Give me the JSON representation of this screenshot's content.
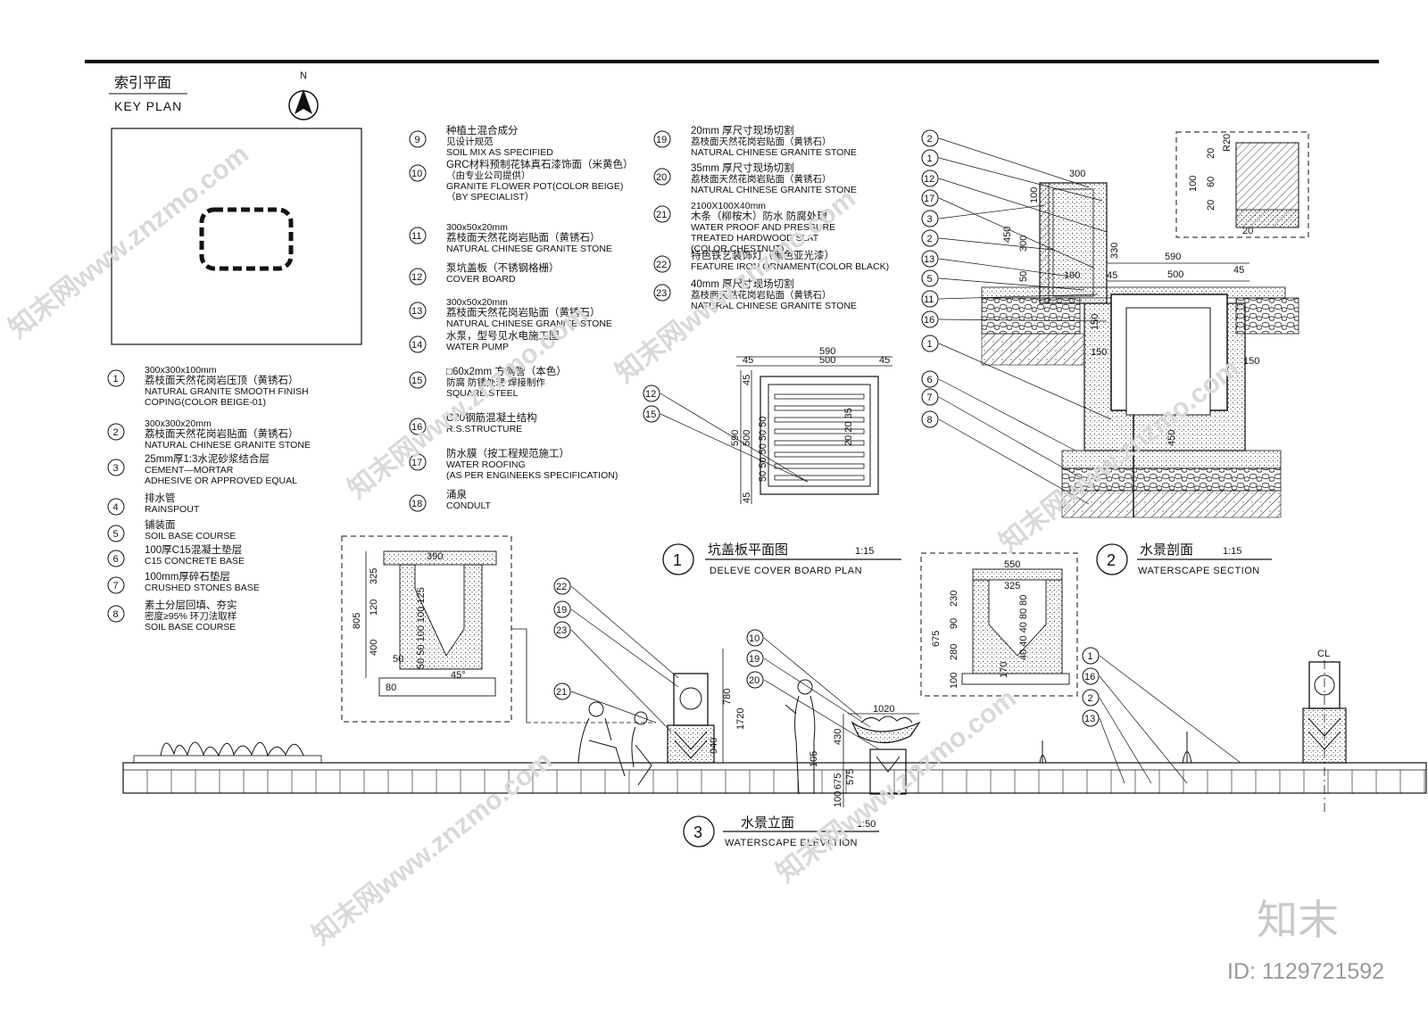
{
  "key_plan": {
    "title_cn": "索引平面",
    "title_en": "KEY PLAN",
    "north": "N"
  },
  "legend": [
    {
      "num": "1",
      "cn": "荔枝面天然花岗岩压顶（黄锈石）",
      "size": "300x300x100mm",
      "en": [
        "NATURAL GRANITE SMOOTH FINISH",
        "COPING(COLOR BEIGE-01)"
      ]
    },
    {
      "num": "2",
      "cn": "荔枝面天然花岗岩贴面（黄锈石）",
      "size": "300x300x20mm",
      "en": [
        "NATURAL CHINESE GRANITE STONE"
      ]
    },
    {
      "num": "3",
      "cn": "25mm厚1:3水泥砂浆结合层",
      "size": "",
      "en": [
        "CEMENT—MORTAR",
        "ADHESIVE OR APPROVED EQUAL"
      ]
    },
    {
      "num": "4",
      "cn": "排水管",
      "size": "",
      "en": [
        "RAINSPOUT"
      ]
    },
    {
      "num": "5",
      "cn": "铺装面",
      "size": "",
      "en": [
        "SOIL BASE COURSE"
      ]
    },
    {
      "num": "6",
      "cn": "100厚C15混凝土垫层",
      "size": "",
      "en": [
        "C15 CONCRETE BASE"
      ]
    },
    {
      "num": "7",
      "cn": "100mm厚碎石垫层",
      "size": "",
      "en": [
        "CRUSHED STONES BASE"
      ]
    },
    {
      "num": "8",
      "cn": "素土分层回填、夯实",
      "size": "",
      "en": [
        "密度≥95% 环刀法取样",
        "SOIL BASE COURSE"
      ]
    },
    {
      "num": "9",
      "cn": "种植土混合成分",
      "size": "",
      "en": [
        "见设计规范",
        "SOIL MIX AS SPECIFIED"
      ]
    },
    {
      "num": "10",
      "cn": "GRC材料预制花钵真石漆饰面（米黄色）",
      "size": "",
      "en": [
        "（由专业公司提供）",
        "GRANITE FLOWER POT(COLOR BEIGE)",
        "（BY SPECIALIST）"
      ]
    },
    {
      "num": "11",
      "cn": "荔枝面天然花岗岩贴面（黄锈石）",
      "size": "300x50x20mm",
      "en": [
        "NATURAL CHINESE GRANITE STONE"
      ]
    },
    {
      "num": "12",
      "cn": "泵坑盖板（不锈钢格栅）",
      "size": "",
      "en": [
        "COVER BOARD"
      ]
    },
    {
      "num": "13",
      "cn": "荔枝面天然花岗岩贴面（黄锈石）",
      "size": "300x50x20mm",
      "en": [
        "NATURAL CHINESE GRANITE STONE"
      ]
    },
    {
      "num": "14",
      "cn": "水泵，型号见水电施工图",
      "size": "",
      "en": [
        "WATER PUMP"
      ]
    },
    {
      "num": "15",
      "cn": "□60x2mm 方钢管（本色）",
      "size": "",
      "en": [
        "防腐 防锈处理 焊接制作",
        "SQUARE STEEL"
      ]
    },
    {
      "num": "16",
      "cn": "C20钢筋混凝土结构",
      "size": "",
      "en": [
        "R.S.STRUCTURE"
      ]
    },
    {
      "num": "17",
      "cn": "防水膜（按工程规范施工）",
      "size": "",
      "en": [
        "WATER ROOFING",
        "(AS PER ENGINEEKS SPECIFICATION)"
      ]
    },
    {
      "num": "18",
      "cn": "涌泉",
      "size": "",
      "en": [
        "CONDULT"
      ]
    },
    {
      "num": "19",
      "cn": "20mm 厚尺寸现场切割",
      "size": "",
      "en": [
        "荔枝面天然花岗岩贴面（黄锈石）",
        "NATURAL CHINESE GRANITE STONE"
      ]
    },
    {
      "num": "20",
      "cn": "35mm 厚尺寸现场切割",
      "size": "",
      "en": [
        "荔枝面天然花岗岩贴面（黄锈石）",
        "NATURAL CHINESE GRANITE STONE"
      ]
    },
    {
      "num": "21",
      "cn": "木条（柳桉木）防水 防腐处理",
      "size": "2100X100X40mm",
      "en": [
        "WATER PROOF AND PRESSURE",
        "TREATED HARDWOOD SLAT",
        "(COLOR CHESTNUT)"
      ]
    },
    {
      "num": "22",
      "cn": "特色铁艺装饰灯（黑色亚光漆）",
      "size": "",
      "en": [
        "FEATURE IRON ORNAMENT(COLOR BLACK)"
      ]
    },
    {
      "num": "23",
      "cn": "40mm 厚尺寸现场切割",
      "size": "",
      "en": [
        "荔枝面天然花岗岩贴面（黄锈石）",
        "NATURAL CHINESE GRANITE STONE"
      ]
    }
  ],
  "drawings": [
    {
      "num": "1",
      "title_cn": "坑盖板平面图",
      "title_en": "DELEVE COVER BOARD PLAN",
      "scale": "1:15"
    },
    {
      "num": "2",
      "title_cn": "水景剖面",
      "title_en": "WATERSCAPE SECTION",
      "scale": "1:15"
    },
    {
      "num": "3",
      "title_cn": "水景立面",
      "title_en": "WATERSCAPE ELEVATION",
      "scale": "1:50"
    }
  ],
  "dims": {
    "cover_590_top": "590",
    "cover_500_top": "500",
    "cover_45a": "45",
    "cover_45b": "45",
    "cover_590_left": "590",
    "cover_500_left": "500",
    "cover_45c": "45",
    "cover_45d": "45",
    "cover_inner": "50 50 50 50 50",
    "cover_inner2": "20 20 35",
    "sec_300": "300",
    "sec_100": "100",
    "sec_450": "450",
    "sec_300b": "300",
    "sec_50": "50",
    "sec_190": "190",
    "sec_45": "45",
    "sec_330": "330",
    "sec_590": "590",
    "sec_500": "500",
    "sec_45b": "45",
    "sec_150a": "150",
    "sec_150b": "150",
    "sec_150c": "150",
    "sec_450b": "450",
    "det_r20": "R20",
    "det_100": "100",
    "det_20": "20",
    "det_60": "60",
    "det_20b": "20",
    "det_20c": "20",
    "pot_390": "390",
    "pot_805": "805",
    "pot_325": "325",
    "pot_120": "120",
    "pot_400": "400",
    "pot_80": "80",
    "pot_50": "50",
    "pot_45": "45°",
    "pot_inner": "50 50 100 100 125",
    "lamp_780": "780",
    "lamp_1720": "1720",
    "lamp_940": "940",
    "fp_550": "550",
    "fp_325": "325",
    "fp_675": "675",
    "fp_230": "230",
    "fp_90": "90",
    "fp_280": "280",
    "fp_100": "100",
    "fp_inner": "40 40 40 80 80",
    "fp_170": "170",
    "el_1020": "1020",
    "el_430": "430",
    "el_105": "105",
    "el_675": "675",
    "el_575": "575",
    "el_100": "100",
    "cl": "CL"
  },
  "elevation_callouts": [
    "22",
    "19",
    "23",
    "21",
    "10",
    "19",
    "20",
    "1",
    "16",
    "2",
    "13"
  ],
  "cover_callouts": [
    "12",
    "15"
  ],
  "section_callouts": [
    "2",
    "1",
    "12",
    "17",
    "3",
    "2",
    "13",
    "5",
    "11",
    "16",
    "1",
    "6",
    "7",
    "8"
  ],
  "watermark": {
    "site": "知末网www.znzmo.com",
    "brand": "知末",
    "id": "ID: 1129721592"
  }
}
